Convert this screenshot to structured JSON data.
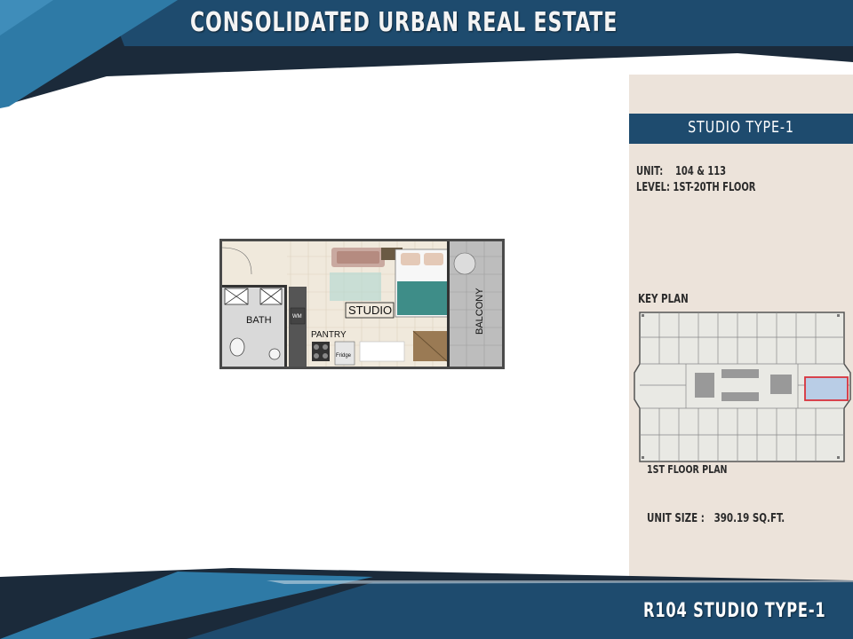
{
  "header": {
    "title": "CONSOLIDATED URBAN REAL ESTATE"
  },
  "sidebar": {
    "type_title": "STUDIO TYPE-1",
    "unit_label": "UNIT:",
    "unit_value": "104 & 113",
    "level_label": "LEVEL:",
    "level_value": "1ST-20TH FLOOR",
    "key_plan_label": "KEY PLAN",
    "key_plan_caption": "1ST FLOOR PLAN",
    "unit_size_label": "UNIT SIZE :",
    "unit_size_value": "390.19 SQ.FT."
  },
  "floor_plan": {
    "rooms": {
      "studio": "STUDIO",
      "bath": "BATH",
      "pantry": "PANTRY",
      "balcony": "BALCONY",
      "wm": "WM",
      "fridge": "Fridge"
    }
  },
  "footer": {
    "title": "R104 STUDIO TYPE-1"
  },
  "colors": {
    "navy": "#1e4b6e",
    "dark_navy": "#1b2a3a",
    "accent_blue": "#2e7aa6",
    "sidebar_bg": "#ece3da",
    "highlight": "#d8323c"
  }
}
